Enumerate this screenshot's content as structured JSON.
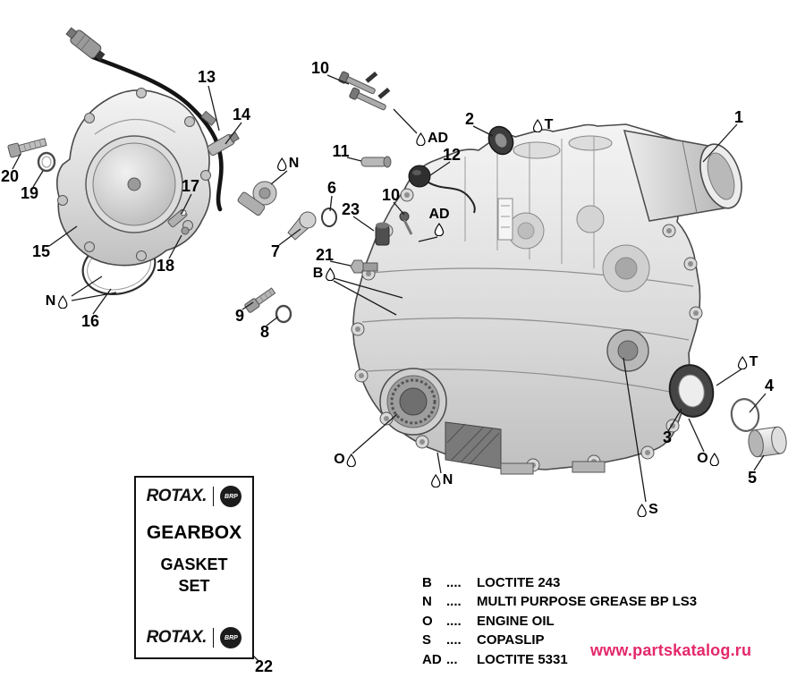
{
  "drawing_title": "gearbox exploded parts view",
  "callouts": {
    "c1": "1",
    "c2": "2",
    "c3": "3",
    "c4": "4",
    "c5": "5",
    "c6": "6",
    "c7": "7",
    "c8": "8",
    "c9": "9",
    "c10": "10",
    "c11": "11",
    "c12": "12",
    "c13": "13",
    "c14": "14",
    "c15": "15",
    "c16": "16",
    "c17": "17",
    "c18": "18",
    "c19": "19",
    "c20": "20",
    "c21": "21",
    "c22": "22",
    "c23": "23"
  },
  "markers": {
    "T": "T",
    "N": "N",
    "O": "O",
    "S": "S",
    "B": "B",
    "AD": "AD"
  },
  "legend": {
    "items": [
      {
        "code": "B",
        "sep": "....",
        "desc": "LOCTITE 243"
      },
      {
        "code": "N",
        "sep": "....",
        "desc": "MULTI PURPOSE GREASE BP LS3"
      },
      {
        "code": "O",
        "sep": "....",
        "desc": "ENGINE OIL"
      },
      {
        "code": "S",
        "sep": "....",
        "desc": "COPASLIP"
      },
      {
        "code": "AD",
        "sep": "...",
        "desc": "LOCTITE 5331"
      }
    ]
  },
  "gasket_box": {
    "brand": "ROTAX.",
    "badge": "BRP",
    "line1": "GEARBOX",
    "line2": "GASKET",
    "line3": "SET"
  },
  "watermark": {
    "text": "www.partskatalog.ru",
    "color": "#e4286a"
  }
}
